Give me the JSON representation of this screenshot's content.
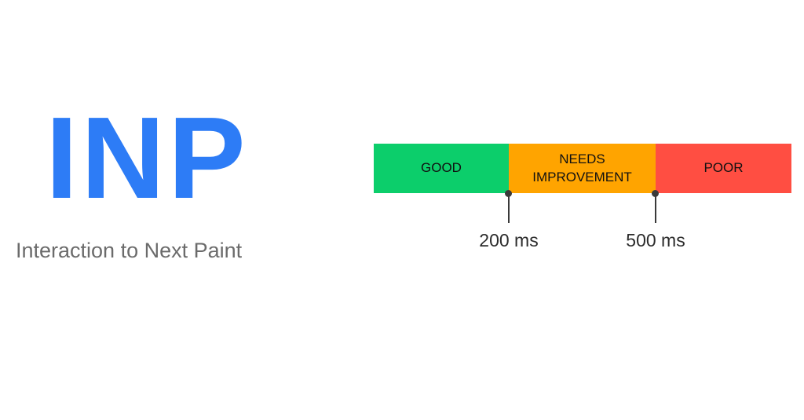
{
  "metric": {
    "acronym": "INP",
    "full_name": "Interaction to Next Paint"
  },
  "scale": {
    "segments": [
      {
        "label_lines": [
          "GOOD"
        ],
        "color": "#0cce6b"
      },
      {
        "label_lines": [
          "NEEDS",
          "IMPROVEMENT"
        ],
        "color": "#ffa400"
      },
      {
        "label_lines": [
          "POOR"
        ],
        "color": "#ff4e42"
      }
    ],
    "thresholds": [
      {
        "label": "200 ms"
      },
      {
        "label": "500 ms"
      }
    ]
  },
  "colors": {
    "acronym": "#2d7cf6",
    "subtitle": "#6b6b6b",
    "marker": "#3a3a3a"
  }
}
